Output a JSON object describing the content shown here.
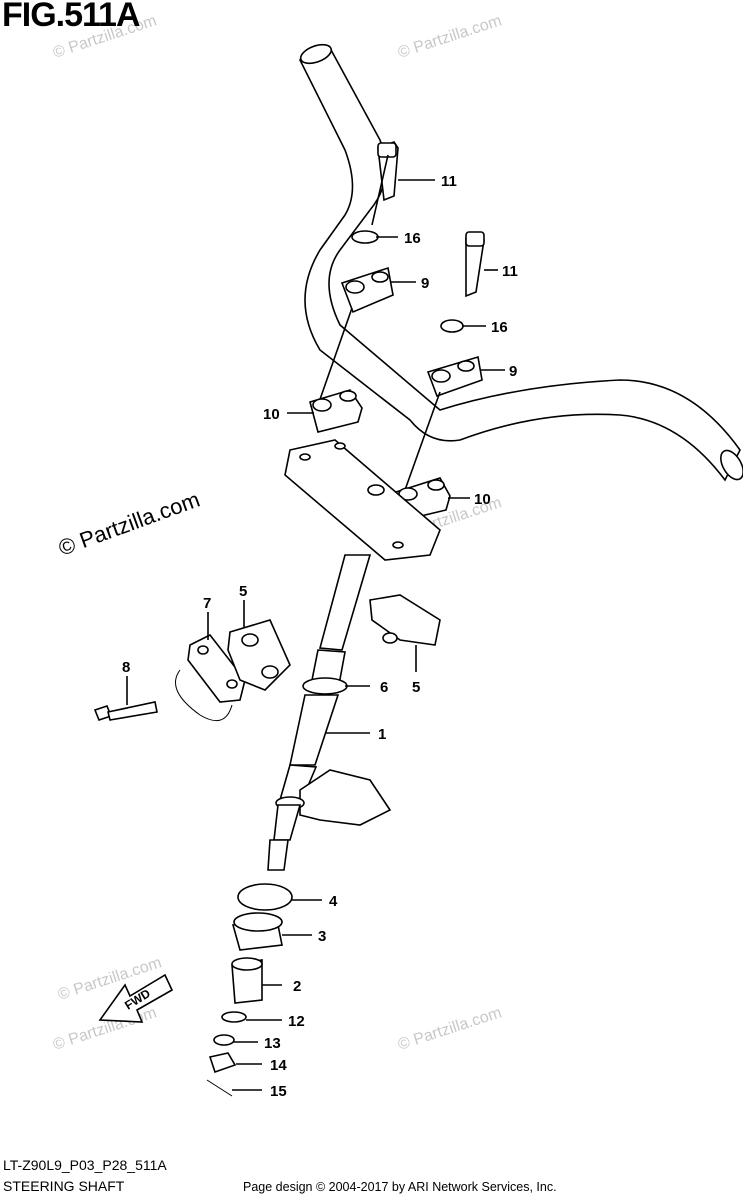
{
  "figure": {
    "title": "FIG.511A",
    "code": "LT-Z90L9_P03_P28_511A",
    "name": "STEERING SHAFT",
    "credit": "Page design © 2004-2017 by ARI Network Services, Inc."
  },
  "watermarks": {
    "main": "© Partzilla.com",
    "faint": [
      "© Partzilla.com",
      "© Partzilla.com",
      "© Partzilla.com",
      "© Partzilla.com",
      "© Partzilla.com",
      "© Partzilla.com"
    ]
  },
  "fwd_label": "FWD",
  "callouts": [
    {
      "id": "c11a",
      "number": "11"
    },
    {
      "id": "c16a",
      "number": "16"
    },
    {
      "id": "c9a",
      "number": "9"
    },
    {
      "id": "c11b",
      "number": "11"
    },
    {
      "id": "c16b",
      "number": "16"
    },
    {
      "id": "c9b",
      "number": "9"
    },
    {
      "id": "c10a",
      "number": "10"
    },
    {
      "id": "c10b",
      "number": "10"
    },
    {
      "id": "c7",
      "number": "7"
    },
    {
      "id": "c5a",
      "number": "5"
    },
    {
      "id": "c8",
      "number": "8"
    },
    {
      "id": "c6",
      "number": "6"
    },
    {
      "id": "c5b",
      "number": "5"
    },
    {
      "id": "c1",
      "number": "1"
    },
    {
      "id": "c4",
      "number": "4"
    },
    {
      "id": "c3",
      "number": "3"
    },
    {
      "id": "c2",
      "number": "2"
    },
    {
      "id": "c12",
      "number": "12"
    },
    {
      "id": "c13",
      "number": "13"
    },
    {
      "id": "c14",
      "number": "14"
    },
    {
      "id": "c15",
      "number": "15"
    }
  ]
}
